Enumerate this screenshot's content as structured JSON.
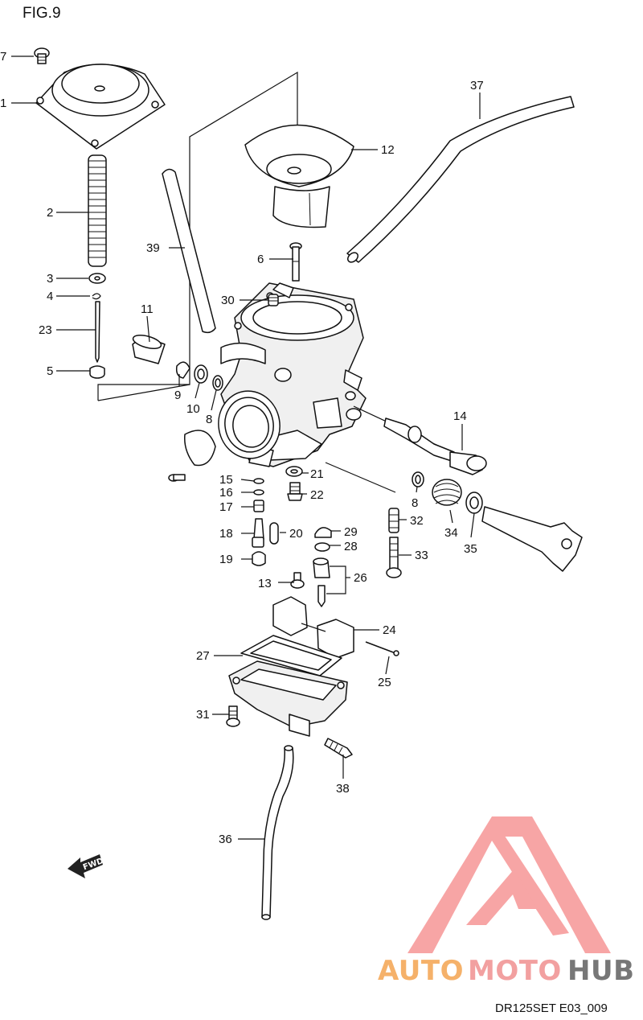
{
  "figure": {
    "title": "FIG.9",
    "code": "DR125SET E03_009"
  },
  "watermark": {
    "auto": "AUTO",
    "moto": "MOTO",
    "hub": "HUB",
    "colors": {
      "auto": "#f5b16a",
      "moto": "#f2a0a0",
      "hub": "#777777",
      "logo": "#f79c9c"
    }
  },
  "fwd_label": "FWD",
  "labels": {
    "p1": "1",
    "p2": "2",
    "p3": "3",
    "p4": "4",
    "p5": "5",
    "p6": "6",
    "p7": "7",
    "p8a": "8",
    "p8b": "8",
    "p9": "9",
    "p10": "10",
    "p11": "11",
    "p12": "12",
    "p13": "13",
    "p14": "14",
    "p15": "15",
    "p16": "16",
    "p17": "17",
    "p18": "18",
    "p19": "19",
    "p20": "20",
    "p21": "21",
    "p22": "22",
    "p23": "23",
    "p24": "24",
    "p25": "25",
    "p26": "26",
    "p27": "27",
    "p28": "28",
    "p29": "29",
    "p30": "30",
    "p31": "31",
    "p32": "32",
    "p33": "33",
    "p34": "34",
    "p35": "35",
    "p36": "36",
    "p37": "37",
    "p38": "38",
    "p39": "39"
  }
}
